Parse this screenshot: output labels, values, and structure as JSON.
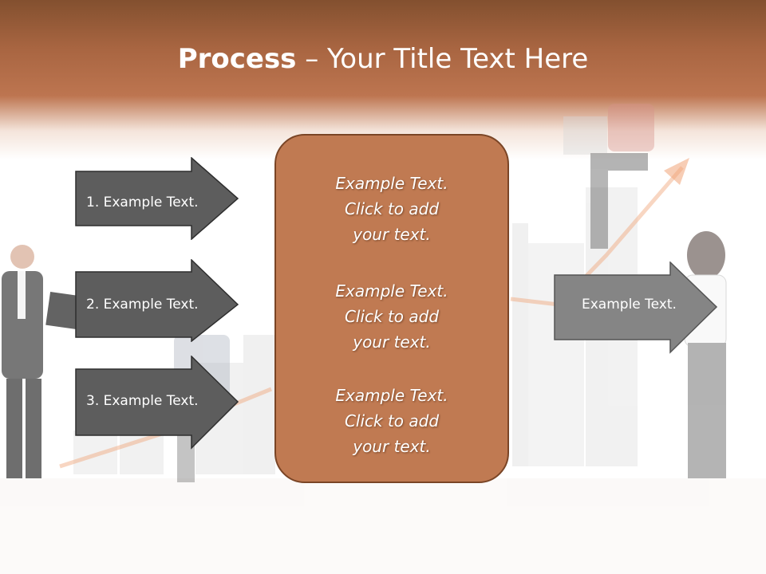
{
  "slide": {
    "title_bold": "Process",
    "title_rest": " – Your Title Text Here"
  },
  "left_arrows": [
    {
      "label": "1. Example Text."
    },
    {
      "label": "2. Example Text."
    },
    {
      "label": "3. Example Text."
    }
  ],
  "center_box": {
    "paragraphs": [
      "Example Text.\nClick  to add\nyour text.",
      "Example Text.\nClick  to add\nyour text.",
      "Example Text.\nClick  to add\nyour text."
    ]
  },
  "right_arrow": {
    "label": "Example Text."
  },
  "colors": {
    "header_brown": "#a86541",
    "box_fill": "#c07a52",
    "box_border": "#7a4526",
    "arrow_fill": "#5d5d5d",
    "arrow_right_fill": "#858585"
  }
}
